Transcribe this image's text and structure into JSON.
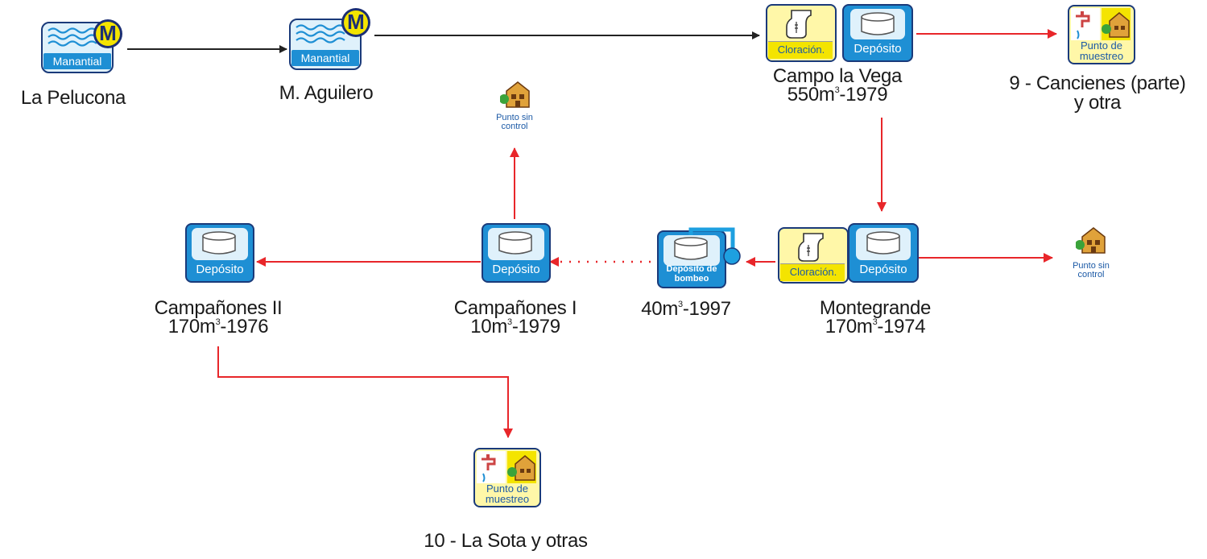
{
  "colors": {
    "flow_black": "#222222",
    "flow_red": "#e8262a",
    "tile_blue": "#1e8fd4",
    "tile_yellow": "#fff7a8",
    "tile_border": "#1a3a7a",
    "badge_yellow": "#f4e400"
  },
  "icons": {
    "manantial": "spring-waves-icon",
    "deposito": "tank-cylinder-icon",
    "cloracion": "chlorination-flask-icon",
    "bombeo": "pump-tank-icon",
    "muestreo": "tap-and-house-icon",
    "sin_control": "house-icon"
  },
  "tiles": {
    "manantial": "Manantial",
    "deposito": "Depósito",
    "cloracion": "Cloración.",
    "bombeo_1": "Depósito de",
    "bombeo_2": "bombeo",
    "muestreo_1": "Punto de",
    "muestreo_2": "muestreo",
    "sin_control_1": "Punto sin",
    "sin_control_2": "control",
    "badge": "M"
  },
  "nodes": {
    "la_pelucona": "La Pelucona",
    "aguilero": "M. Aguilero",
    "campo_vega": {
      "name": "Campo la Vega",
      "cap": "550m",
      "sup": "3",
      "year": "-1979"
    },
    "cancienes": {
      "line1": "9 - Cancienes (parte)",
      "line2": "y otra"
    },
    "montegrande": {
      "name": "Montegrande",
      "cap": "170m",
      "sup": "3",
      "year": "-1974"
    },
    "bombeo": {
      "cap": "40m",
      "sup": "3",
      "year": "-1997"
    },
    "campanones_1": {
      "name": "Campañones I",
      "cap": "10m",
      "sup": "3",
      "year": "-1979"
    },
    "campanones_2": {
      "name": "Campañones II",
      "cap": "170m",
      "sup": "3",
      "year": "-1976"
    },
    "la_sota": "10 - La Sota y otras"
  }
}
